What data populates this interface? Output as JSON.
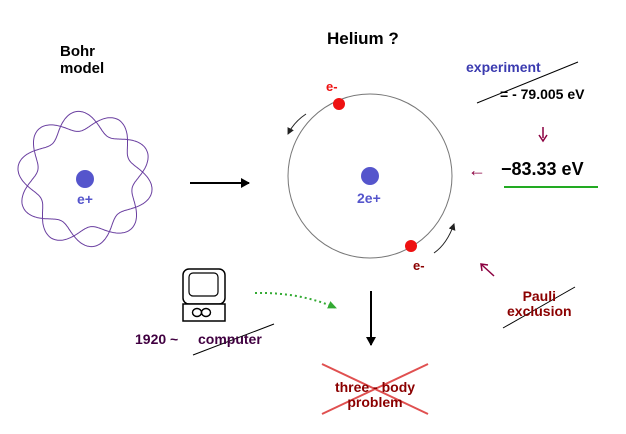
{
  "bohr": {
    "title_line1": "Bohr",
    "title_line2": "model",
    "nucleus_label": "e+"
  },
  "helium": {
    "title": "Helium ?",
    "nucleus_label": "2e+",
    "electron_top_label": "e-",
    "electron_bottom_label": "e-"
  },
  "experiment": {
    "label": "experiment",
    "value": "=  - 79.005 eV"
  },
  "result": {
    "arrow": "←",
    "value": "−83.33  eV"
  },
  "pauli": {
    "line1": "Pauli",
    "line2": "exclusion"
  },
  "computer": {
    "year": "1920 ~",
    "label": "computer"
  },
  "problem": {
    "line1": "three - body",
    "line2": "problem"
  },
  "colors": {
    "nucleus": "#5555cc",
    "electron": "#ee1111",
    "bohr_orbit": "#6a3fa0",
    "experiment_text": "#3b3bb0",
    "maroon_text": "#8b0000",
    "dark_purple_text": "#400040",
    "underline_green": "#22aa22",
    "cross_red": "#e05050",
    "dotted_arrow": "#33aa33"
  }
}
